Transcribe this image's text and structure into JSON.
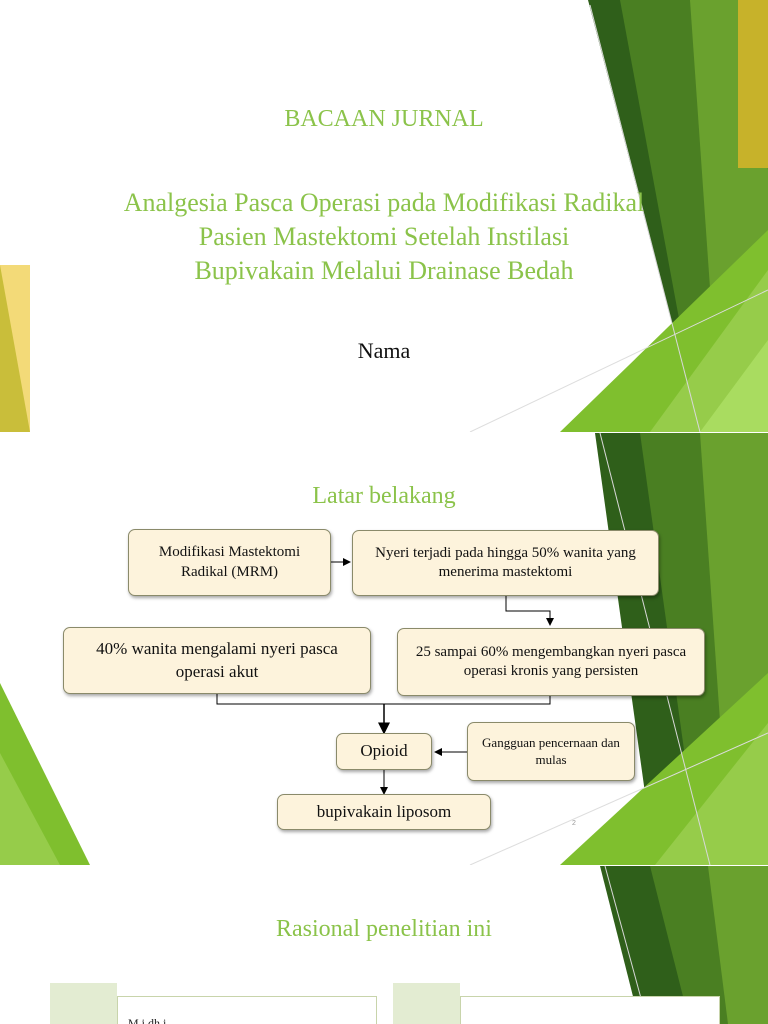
{
  "slide1": {
    "heading": "BACAAN JURNAL",
    "title_lines": [
      "Analgesia Pasca Operasi pada Modifikasi Radikal",
      "Pasien Mastektomi Setelah Instilasi",
      "Bupivakain Melalui Drainase Bedah"
    ],
    "name": "Nama"
  },
  "slide2": {
    "title": "Latar belakang",
    "boxes": {
      "mrm": "Modifikasi Mastektomi Radikal (MRM)",
      "nyeri50": "Nyeri terjadi pada hingga 50% wanita yang menerima mastektomi",
      "akut40": "40% wanita mengalami nyeri pasca operasi akut",
      "kronis": "25 sampai 60% mengembangkan nyeri pasca operasi kronis yang persisten",
      "opioid": "Opioid",
      "gangguan": "Gangguan pencernaan dan mulas",
      "bupivakain": "bupivakain liposom"
    },
    "page_number": "2"
  },
  "slide3": {
    "title": "Rasional penelitian ini",
    "partial_text": "M i dh i"
  },
  "colors": {
    "title_green": "#8bc34a",
    "box_fill": "#fdf3dc",
    "dark_green": "#3a6a1f",
    "mid_green": "#6aa12e",
    "light_green": "#8cc63f",
    "gold": "#c7b22a"
  }
}
